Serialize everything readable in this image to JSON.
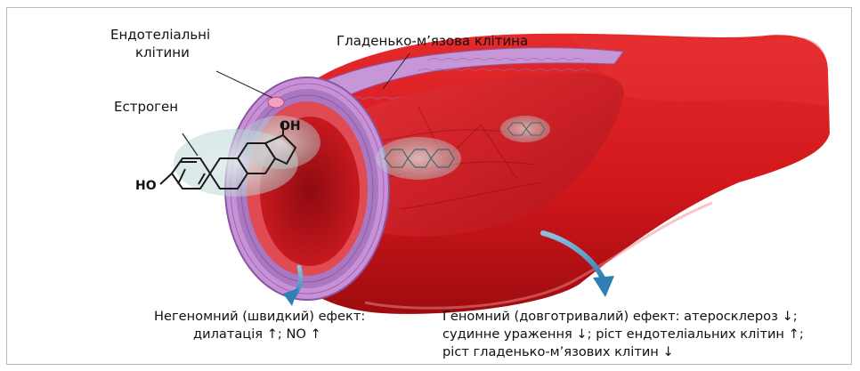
{
  "labels": {
    "endothelial_line1": "Ендотеліальні",
    "endothelial_line2": "клітини",
    "smooth_muscle": "Гладенько-м’язова клітина",
    "estrogen": "Естроген",
    "oh_label": "OH",
    "ho_label": "HO"
  },
  "captions": {
    "nongenomic_line1": "Негеномний (швидкий) ефект:",
    "nongenomic_line2": "дилатація ↑; NO ↑",
    "genomic_line1": "Геномний (довготривалий) ефект: атеросклероз ↓;",
    "genomic_line2": "судинне ураження ↓; ріст ендотеліальних клітин ↑;",
    "genomic_line3": "ріст гладенько-м’язових клітин ↓"
  },
  "colors": {
    "vessel_red": "#d81c1f",
    "vessel_dark": "#9e0d12",
    "lumen": "#c3141a",
    "intima_purple": "#b07ac6",
    "arrow_blue": "#3e8fc0",
    "molecule_glow": "#cfe3e2"
  },
  "icons": [
    "estrogen-molecule-icon",
    "blood-vessel-illustration",
    "curved-arrow-icon"
  ]
}
